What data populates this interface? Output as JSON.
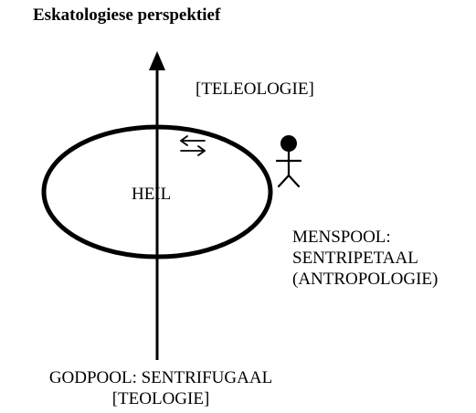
{
  "title": "Eskatologiese perspektief",
  "labels": {
    "teleologie": "[TELEOLOGIE]",
    "heil": "HEIL",
    "menspool_line1": "MENSPOOL:",
    "menspool_line2": "SENTRIPETAAL",
    "menspool_line3": "(ANTROPOLOGIE)",
    "godpool_line1": "GODPOOL: SENTRIFUGAAL",
    "godpool_line2": "[TEOLOGIE]"
  },
  "icons": {
    "exchange": "left-right-arrows-icon",
    "person": "stick-figure-icon"
  },
  "colors": {
    "stroke": "#000000",
    "background": "#ffffff"
  }
}
